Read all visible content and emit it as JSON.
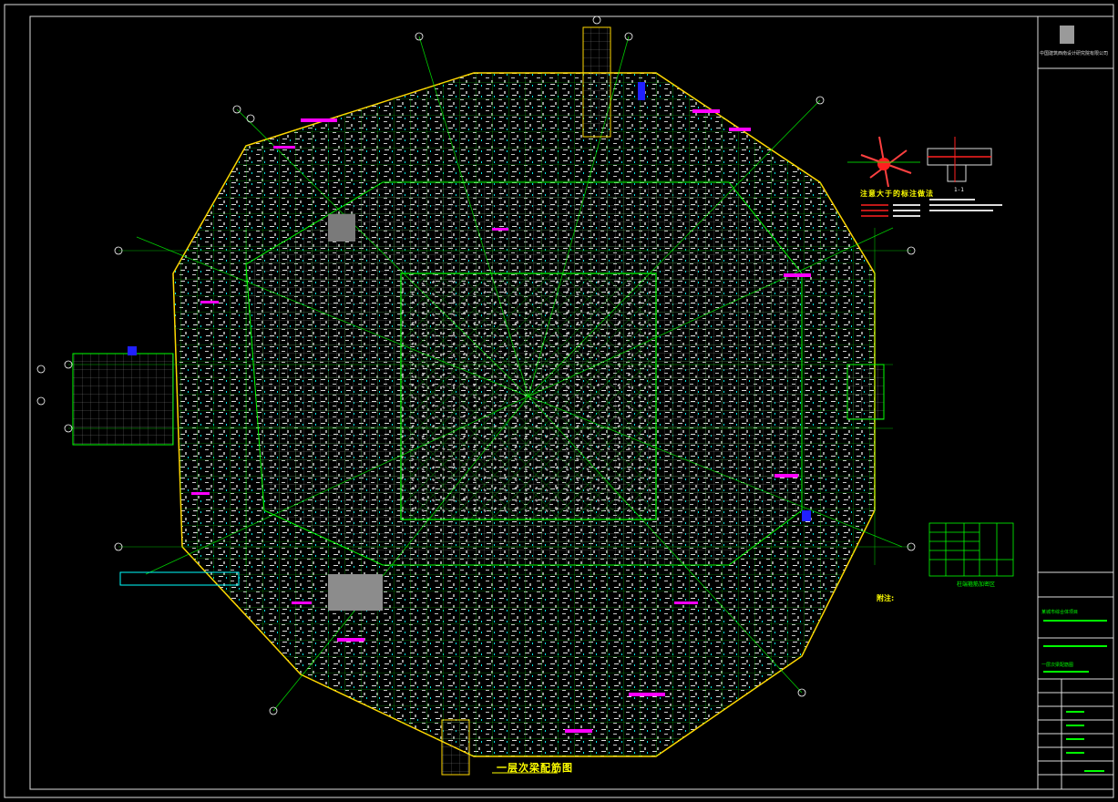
{
  "drawing": {
    "title": "一层次梁配筋图",
    "legend_title": "注意大于的标注做法",
    "section_label": "1-1",
    "notes_heading": "附注:",
    "table_caption": "柱端箍筋加密区"
  },
  "colors": {
    "background": "#000000",
    "grid": "#00ff00",
    "beam": "#00ffff",
    "rebar": "#ff00ff",
    "text": "#ffffff",
    "axis_line": "#ffff00",
    "border": "#dcdcdc"
  },
  "title_block": {
    "company": "中国建筑西南设计研究院有限公司",
    "project": "某城市综合体项目",
    "drawing_name": "一层次梁配筋图"
  }
}
